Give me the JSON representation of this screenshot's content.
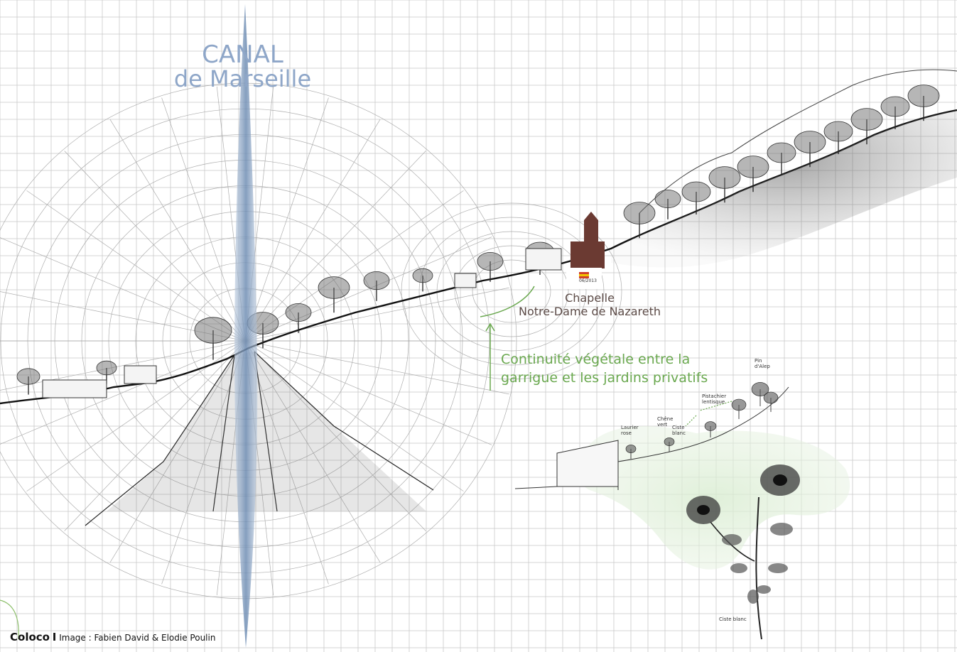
{
  "canal": {
    "line1": "CANAL",
    "line2": "de Marseille"
  },
  "chapel": {
    "line1": "Chapelle",
    "line2": "Notre-Dame de Nazareth",
    "plaque": "06/2013"
  },
  "continuity": {
    "line1": "Continuité végétale entre la",
    "line2": "garrigue et les jardins privatifs"
  },
  "plants": {
    "pin_alep": [
      "Pin",
      "d'Alep"
    ],
    "pistachier": [
      "Pistachier",
      "lentisque"
    ],
    "chene_vert": [
      "Chêne",
      "vert"
    ],
    "ciste_blanc_small": [
      "Ciste",
      "blanc"
    ],
    "laurier_rose": [
      "Laurier",
      "rose"
    ],
    "ciste_blanc": "Ciste blanc"
  },
  "credit": {
    "brand": "Coloco",
    "separator": "I",
    "text": "Image : Fabien David & Elodie Poulin"
  },
  "colors": {
    "canal_blue": "#8ea6c8",
    "green": "#6aa84f",
    "chapel_brick": "#6b3a32",
    "flag_yellow": "#f0c400",
    "flag_red": "#d0402a"
  }
}
